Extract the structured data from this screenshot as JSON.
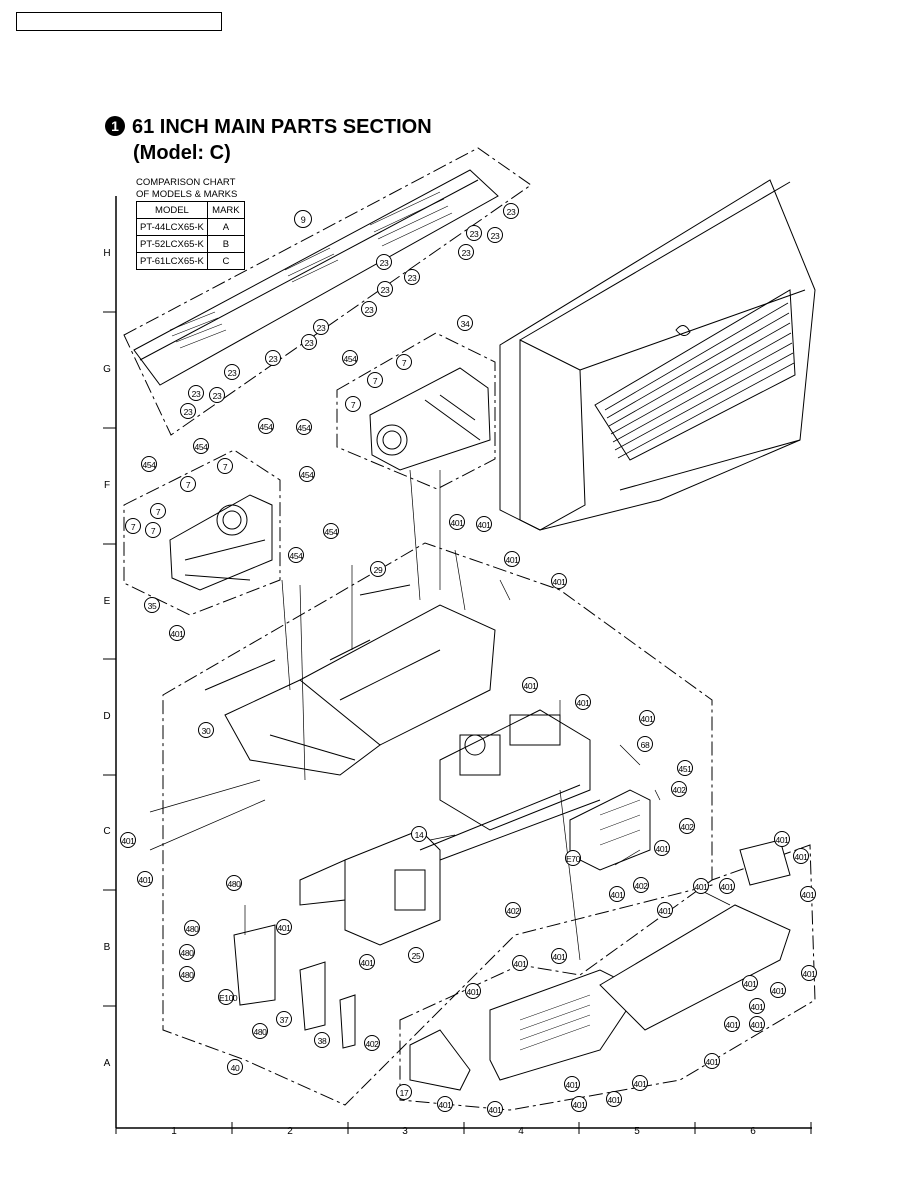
{
  "page": {
    "title_number": "1",
    "title_line1": "61 INCH MAIN PARTS SECTION",
    "title_line2": "(Model: C)"
  },
  "comparison_chart": {
    "title_line1": "COMPARISON CHART",
    "title_line2": "OF MODELS & MARKS",
    "headers": [
      "MODEL",
      "MARK"
    ],
    "rows": [
      {
        "model": "PT-44LCX65-K",
        "mark": "A"
      },
      {
        "model": "PT-52LCX65-K",
        "mark": "B"
      },
      {
        "model": "PT-61LCX65-K",
        "mark": "C"
      }
    ]
  },
  "grid": {
    "rows": [
      "H",
      "G",
      "F",
      "E",
      "D",
      "C",
      "B",
      "A"
    ],
    "columns": [
      "1",
      "2",
      "3",
      "4",
      "5",
      "6"
    ]
  },
  "part_labels": {
    "p9": "9",
    "p23": "23",
    "p34": "34",
    "p454": "454",
    "p7": "7",
    "p35": "35",
    "p401": "401",
    "p29": "29",
    "p30": "30",
    "p68": "68",
    "p451": "451",
    "p402": "402",
    "p14": "14",
    "p25": "25",
    "p480": "480",
    "p37": "37",
    "p38": "38",
    "p40": "40",
    "p17": "17",
    "e70": "E70",
    "e100": "E100"
  }
}
